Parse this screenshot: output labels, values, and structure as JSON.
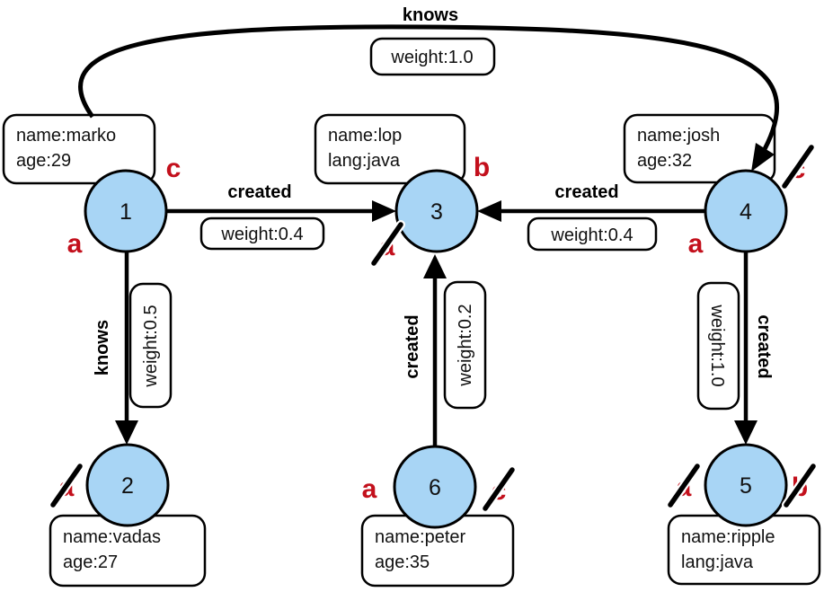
{
  "colors": {
    "node_fill": "#A8D5F5",
    "marker_red": "#C3101C",
    "line_color": "#000000",
    "box_fill": "#FFFFFF"
  },
  "nodes": {
    "v1": {
      "number": "1",
      "prop_line1": "name:marko",
      "prop_line2": "age:29",
      "marker_top": {
        "letter": "c",
        "crossed": false
      },
      "marker_bottom": {
        "letter": "a",
        "crossed": false
      }
    },
    "v2": {
      "number": "2",
      "prop_line1": "name:vadas",
      "prop_line2": "age:27",
      "marker_left": {
        "letter": "a",
        "crossed": true
      }
    },
    "v3": {
      "number": "3",
      "prop_line1": "name:lop",
      "prop_line2": "lang:java",
      "marker_top": {
        "letter": "b",
        "crossed": false
      },
      "marker_bottom": {
        "letter": "a",
        "crossed": true
      }
    },
    "v4": {
      "number": "4",
      "prop_line1": "name:josh",
      "prop_line2": "age:32",
      "marker_top": {
        "letter": "c",
        "crossed": true
      },
      "marker_bottom": {
        "letter": "a",
        "crossed": false
      }
    },
    "v5": {
      "number": "5",
      "prop_line1": "name:ripple",
      "prop_line2": "lang:java",
      "marker_left": {
        "letter": "a",
        "crossed": true
      },
      "marker_right": {
        "letter": "b",
        "crossed": true
      }
    },
    "v6": {
      "number": "6",
      "prop_line1": "name:peter",
      "prop_line2": "age:35",
      "marker_left": {
        "letter": "a",
        "crossed": false
      },
      "marker_right": {
        "letter": "c",
        "crossed": true
      }
    }
  },
  "edges": {
    "knows_1_4": {
      "label": "knows",
      "weight": "weight:1.0"
    },
    "created_1_3": {
      "label": "created",
      "weight": "weight:0.4"
    },
    "created_4_3": {
      "label": "created",
      "weight": "weight:0.4"
    },
    "knows_1_2": {
      "label": "knows",
      "weight": "weight:0.5"
    },
    "created_6_3": {
      "label": "created",
      "weight": "weight:0.2"
    },
    "created_4_5": {
      "label": "created",
      "weight": "weight:1.0"
    }
  }
}
